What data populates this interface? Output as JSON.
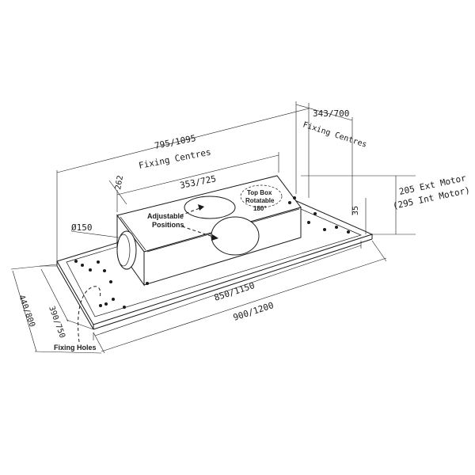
{
  "dimensions": {
    "fixing_centres_width": "795/1095",
    "fixing_centres_label": "Fixing Centres",
    "fixing_centres_depth": "343/700",
    "fixing_centres_depth_label": "Fixing Centres",
    "top_box_length": "353/725",
    "top_box_depth": "262",
    "spigot_diameter": "Ø150",
    "box_height_ext": "205 Ext Motor",
    "box_height_int": "(295 Int Motor)",
    "plate_height": "35",
    "inner_width": "850/1150",
    "outer_width": "900/1200",
    "inner_depth": "390/750",
    "outer_depth": "440/800"
  },
  "callouts": {
    "adjustable_line1": "Adjustable",
    "adjustable_line2": "Positions",
    "top_box_line1": "Top Box",
    "top_box_line2": "Rotatable",
    "top_box_line3": "180°",
    "fixing_holes": "Fixing Holes"
  }
}
